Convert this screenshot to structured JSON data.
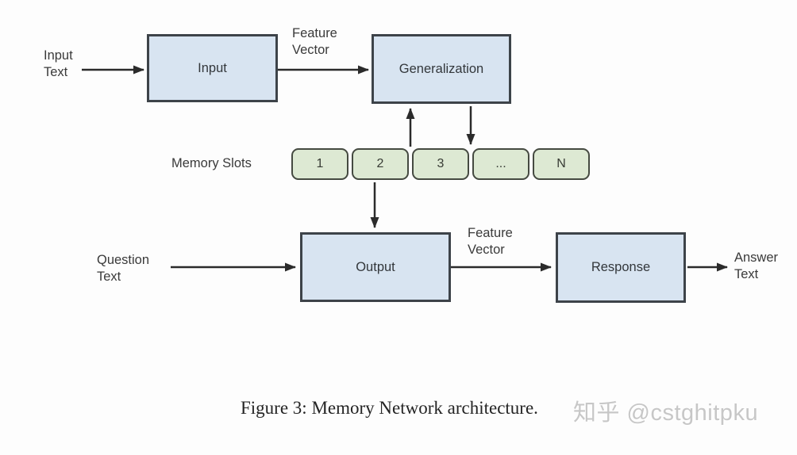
{
  "figure": {
    "caption": "Figure 3:  Memory Network architecture.",
    "watermark": "知乎 @cstghitpku"
  },
  "nodes": {
    "input": {
      "label": "Input"
    },
    "generalization": {
      "label": "Generalization"
    },
    "output": {
      "label": "Output"
    },
    "response": {
      "label": "Response"
    }
  },
  "labels": {
    "input_text": "Input\nText",
    "feature_vector_top": "Feature\nVector",
    "memory_slots": "Memory Slots",
    "question_text": "Question\nText",
    "feature_vector_bottom": "Feature\nVector",
    "answer_text": "Answer\nText"
  },
  "memory": {
    "slots": [
      "1",
      "2",
      "3",
      "...",
      "N"
    ]
  },
  "edges": [
    {
      "from": "input-text-label",
      "to": "input",
      "direction": "right"
    },
    {
      "from": "input",
      "to": "generalization",
      "direction": "right",
      "via": "feature-vector"
    },
    {
      "from": "memory-slots",
      "to": "generalization",
      "direction": "up"
    },
    {
      "from": "generalization",
      "to": "memory-slots",
      "direction": "down"
    },
    {
      "from": "memory-slot-2",
      "to": "output",
      "direction": "down"
    },
    {
      "from": "question-text-label",
      "to": "output",
      "direction": "right"
    },
    {
      "from": "output",
      "to": "response",
      "direction": "right",
      "via": "feature-vector"
    },
    {
      "from": "response",
      "to": "answer-text-label",
      "direction": "right"
    }
  ],
  "colors": {
    "node_fill": "#d8e4f1",
    "node_border": "#3d4349",
    "slot_fill": "#dde9d3",
    "slot_border": "#454a41",
    "arrow": "#2b2b2b",
    "label_text": "#3a3a3a",
    "caption_text": "#242424",
    "watermark_text": "#c7c7c7",
    "background": "#fdfdfd"
  }
}
